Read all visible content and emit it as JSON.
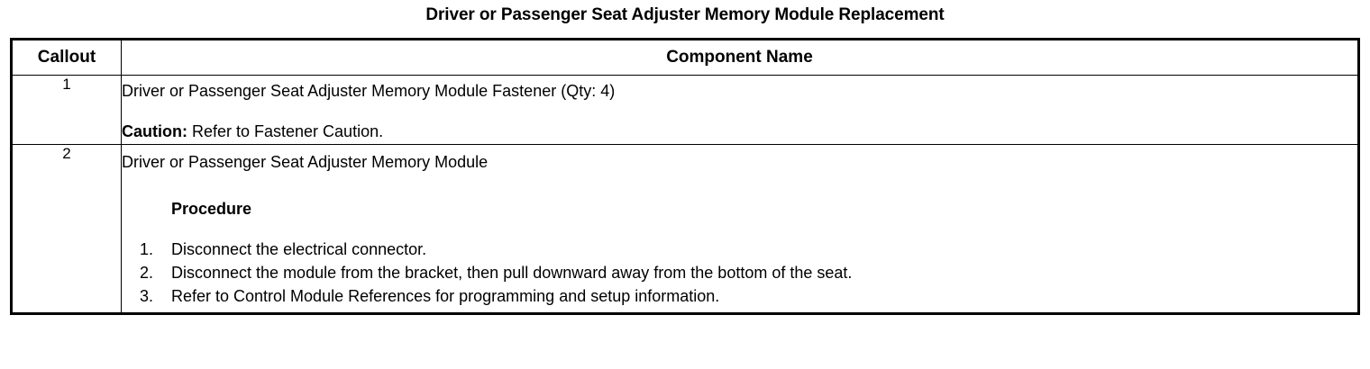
{
  "document": {
    "title": "Driver or Passenger Seat Adjuster Memory Module Replacement"
  },
  "table": {
    "headers": {
      "callout": "Callout",
      "component_name": "Component Name"
    },
    "rows": [
      {
        "callout": "1",
        "primary_text": "Driver or Passenger Seat Adjuster Memory Module Fastener (Qty: 4)",
        "caution_label": "Caution:",
        "caution_text": " Refer to Fastener Caution."
      },
      {
        "callout": "2",
        "primary_text": "Driver or Passenger Seat Adjuster Memory Module",
        "procedure_heading": "Procedure",
        "steps": [
          {
            "num": "1.",
            "text": "Disconnect the electrical connector."
          },
          {
            "num": "2.",
            "text": "Disconnect the module from the bracket, then pull downward away from the bottom of the seat."
          },
          {
            "num": "3.",
            "text": "Refer to Control Module References for programming and setup information."
          }
        ]
      }
    ]
  },
  "colors": {
    "border": "#000000",
    "text": "#000000",
    "background": "#ffffff"
  }
}
